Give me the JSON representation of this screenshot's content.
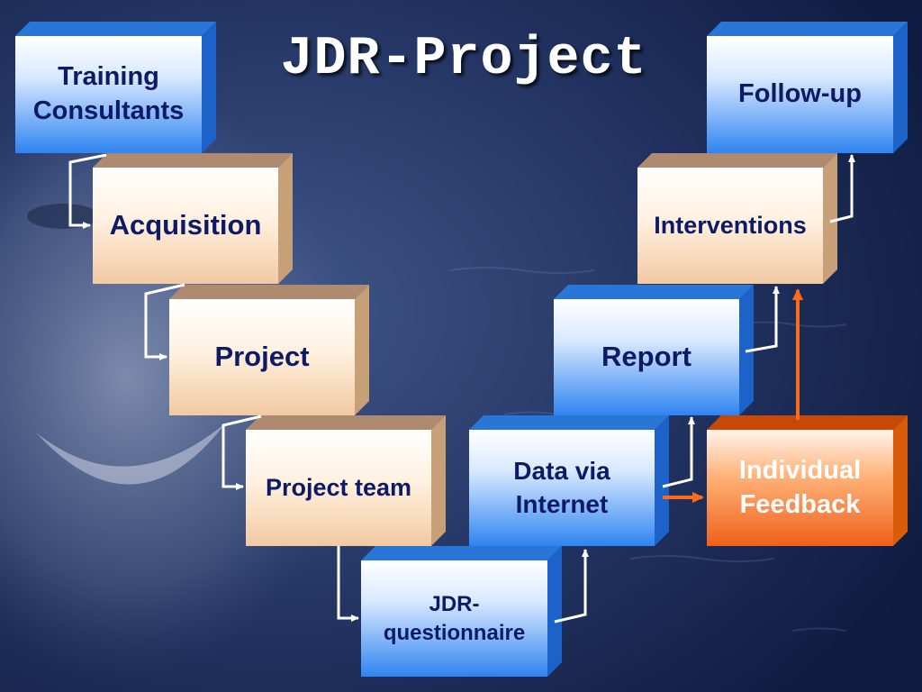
{
  "title": "JDR-Project",
  "colors": {
    "blue": "#2a76d6",
    "peach": "#c8a078",
    "orange": "#e8640a",
    "connector": "#ffffff",
    "arrow_orange": "#ff6a1a"
  },
  "boxes": {
    "training_consultants": {
      "label": "Training\nConsultants",
      "style": "blue"
    },
    "acquisition": {
      "label": "Acquisition",
      "style": "peach"
    },
    "project": {
      "label": "Project",
      "style": "peach"
    },
    "project_team": {
      "label": "Project team",
      "style": "peach"
    },
    "jdr_questionnaire": {
      "label": "JDR-\nquestionnaire",
      "style": "blue"
    },
    "data_via_internet": {
      "label": "Data via\nInternet",
      "style": "blue"
    },
    "report": {
      "label": "Report",
      "style": "blue"
    },
    "interventions": {
      "label": "Interventions",
      "style": "peach"
    },
    "follow_up": {
      "label": "Follow-up",
      "style": "blue"
    },
    "individual_feedback": {
      "label": "Individual\nFeedback",
      "style": "orange"
    }
  },
  "flow": [
    [
      "training_consultants",
      "acquisition"
    ],
    [
      "acquisition",
      "project"
    ],
    [
      "project",
      "project_team"
    ],
    [
      "project_team",
      "jdr_questionnaire"
    ],
    [
      "jdr_questionnaire",
      "data_via_internet"
    ],
    [
      "data_via_internet",
      "report"
    ],
    [
      "data_via_internet",
      "individual_feedback"
    ],
    [
      "report",
      "interventions"
    ],
    [
      "individual_feedback",
      "interventions"
    ],
    [
      "interventions",
      "follow_up"
    ]
  ]
}
